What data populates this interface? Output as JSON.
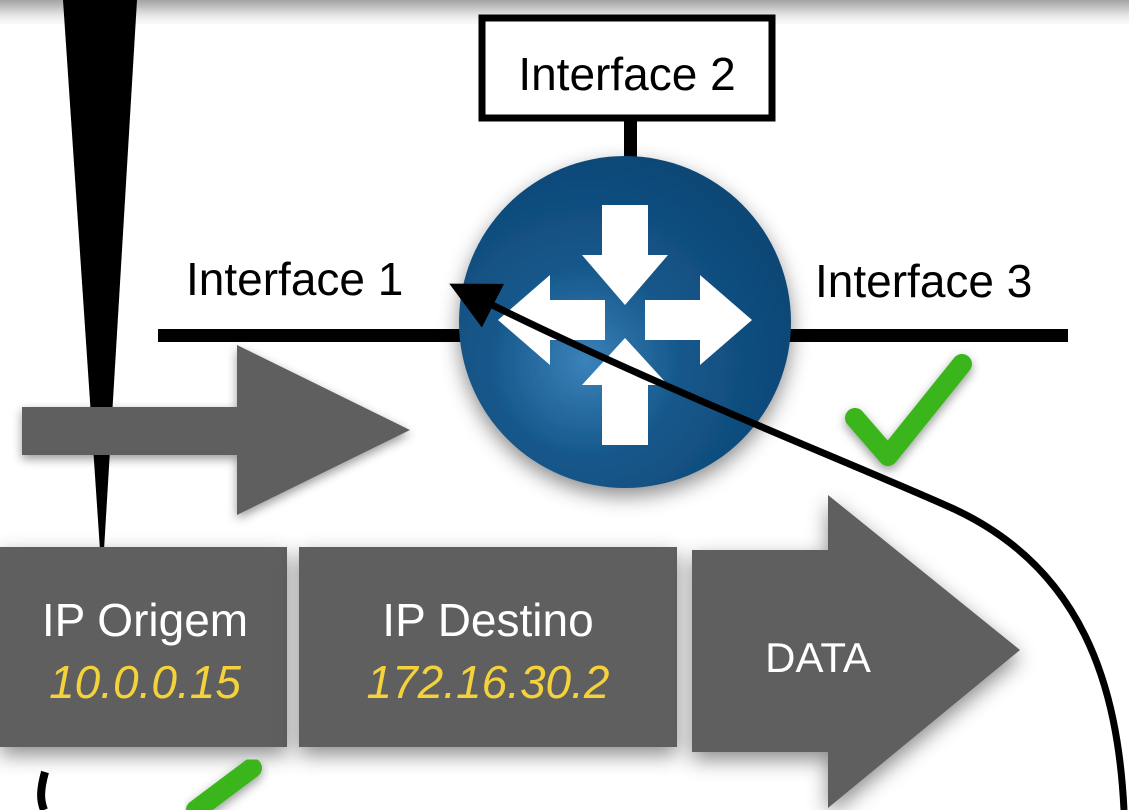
{
  "interfaces": {
    "if1": "Interface 1",
    "if2": "Interface 2",
    "if3": "Interface 3"
  },
  "packet": {
    "origem_label": "IP Origem",
    "origem_value": "10.0.0.15",
    "destino_label": "IP Destino",
    "destino_value": "172.16.30.2",
    "data_label": "DATA"
  },
  "icons": {
    "router": "router-icon",
    "check": "checkmark-icon",
    "arrow": "flow-arrow"
  },
  "colors": {
    "router": "#0f4d7d",
    "packet": "#5e5e5e",
    "value_text": "#f3d23c",
    "check": "#3ab51c",
    "link": "#000000"
  }
}
